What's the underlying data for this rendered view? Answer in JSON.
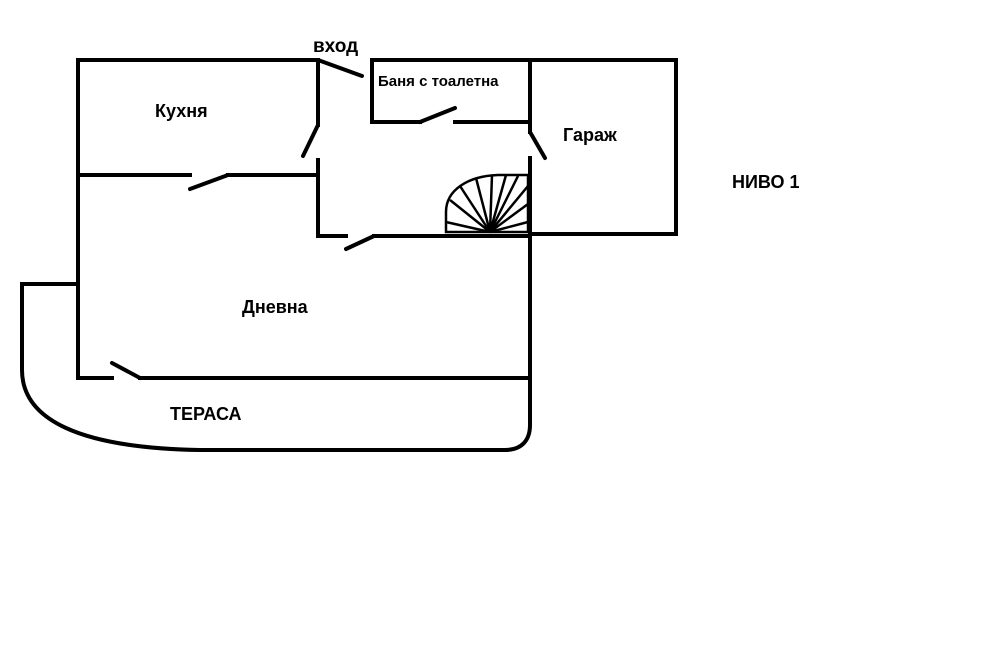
{
  "plan": {
    "level_label": "НИВО 1",
    "rooms": {
      "entrance": "вход",
      "bathroom": "Баня с тоалетна",
      "kitchen": "Кухня",
      "garage": "Гараж",
      "living_room": "Дневна",
      "terrace": "ТЕРАСА"
    }
  },
  "colors": {
    "wall": "#000000",
    "background": "#ffffff"
  }
}
